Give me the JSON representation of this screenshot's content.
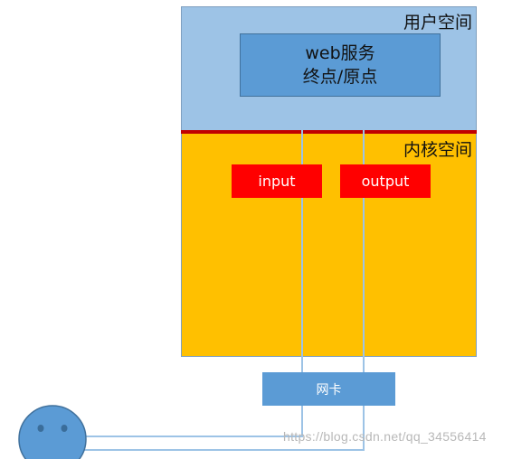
{
  "regions": {
    "user_space_label": "用户空间",
    "kernel_space_label": "内核空间"
  },
  "web_service": {
    "line1": "web服务",
    "line2": "终点/原点"
  },
  "kernel": {
    "input_label": "input",
    "output_label": "output"
  },
  "nic": {
    "label": "网卡"
  },
  "watermark": "https://blog.csdn.net/qq_34556414",
  "colors": {
    "user_space": "#9dc3e6",
    "kernel_space": "#ffc000",
    "web_box": "#5b9bd5",
    "io_box": "#ff0000",
    "divider": "#c00000",
    "smiley": "#5b9bd5"
  },
  "icons": {
    "client": "smiley-face-icon"
  }
}
